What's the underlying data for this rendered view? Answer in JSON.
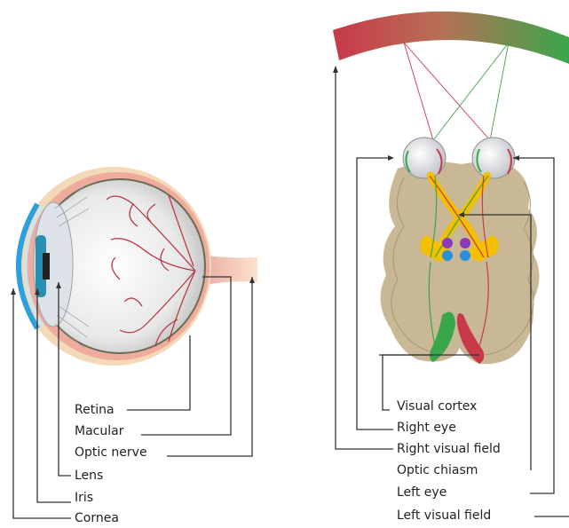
{
  "eye_diagram": {
    "labels": {
      "retina": "Retina",
      "macular": "Macular",
      "optic_nerve": "Optic nerve",
      "lens": "Lens",
      "iris": "Iris",
      "cornea": "Cornea"
    }
  },
  "visual_pathway_diagram": {
    "labels": {
      "visual_cortex": "Visual cortex",
      "right_eye": "Right eye",
      "right_visual_field": "Right visual field",
      "optic_chiasm": "Optic chiasm",
      "left_eye": "Left eye",
      "left_visual_field": "Left visual field"
    }
  },
  "colors": {
    "right_field_red": "#c8394a",
    "left_field_green": "#3aa64a",
    "cornea_blue": "#2aa0e0",
    "nerve_pink": "#f2b6b0",
    "brain_tan": "#c9b896",
    "pathway_yellow": "#f5c000",
    "leader_line": "#333333"
  }
}
